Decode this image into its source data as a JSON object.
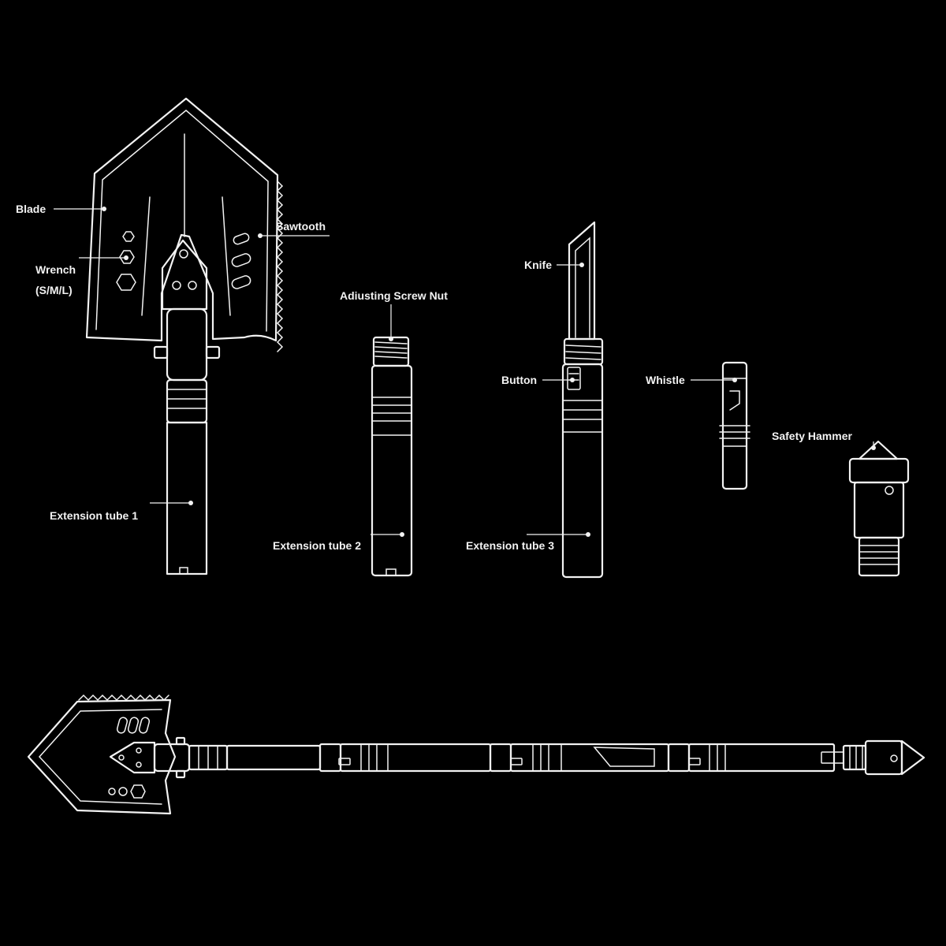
{
  "colors": {
    "background": "#000000",
    "line": "#f2f2f2"
  },
  "labels": {
    "blade": "Blade",
    "sawtooth": "Sawtooth",
    "wrench_line1": "Wrench",
    "wrench_line2": "(S/M/L)",
    "adjusting_screw_nut": "Adiusting Screw Nut",
    "knife": "Knife",
    "button": "Button",
    "whistle": "Whistle",
    "safety_hammer": "Safety Hammer",
    "extension_tube_1": "Extension tube 1",
    "extension_tube_2": "Extension tube 2",
    "extension_tube_3": "Extension tube 3"
  }
}
